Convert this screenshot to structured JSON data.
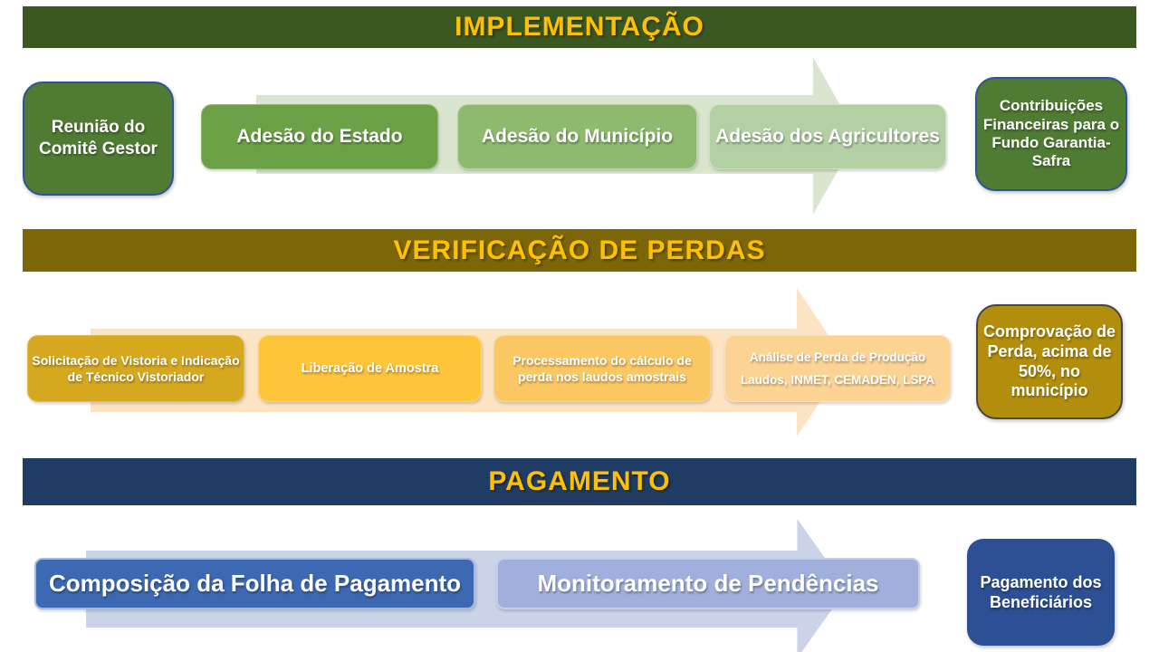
{
  "sections": [
    {
      "id": "implementacao",
      "title": "IMPLEMENTAÇÃO",
      "colors": {
        "bar_bg": "#3B5823",
        "title_text": "#FFC000",
        "arrow_bg": "#D9E5CE",
        "terminal_bg": "#4F7C32",
        "terminal_border": "#2F5496",
        "step_bgs": [
          "#6CA047",
          "#8DBA6E",
          "#B3D0A3"
        ]
      },
      "start_box": {
        "label": "Reunião do Comitê Gestor"
      },
      "steps": [
        {
          "label": "Adesão do Estado"
        },
        {
          "label": "Adesão do Município"
        },
        {
          "label": "Adesão dos Agricultores"
        }
      ],
      "end_box": {
        "label": "Contribuições Financeiras para o Fundo Garantia-Safra"
      }
    },
    {
      "id": "verificacao-de-perdas",
      "title": "VERIFICAÇÃO DE PERDAS",
      "colors": {
        "bar_bg": "#7C6608",
        "title_text": "#FFC000",
        "arrow_bg": "#FBE3C4",
        "terminal_bg": "#B28E0C",
        "terminal_border": "#43464B",
        "step_bgs": [
          "#D5A820",
          "#FEC43A",
          "#FAC762",
          "#FBD494"
        ]
      },
      "steps": [
        {
          "label": "Solicitação de Vistoria e Indicação de Técnico Vistoriador"
        },
        {
          "label": "Liberação de Amostra"
        },
        {
          "label": "Processamento do cálculo de perda nos laudos amostrais"
        },
        {
          "label": "Análise de Perda de Produção",
          "sublabel": "Laudos, INMET, CEMADEN, LSPA"
        }
      ],
      "end_box": {
        "label": "Comprovação de Perda, acima de 50%, no município"
      }
    },
    {
      "id": "pagamento",
      "title": "PAGAMENTO",
      "colors": {
        "bar_bg": "#213C64",
        "title_text": "#FFC000",
        "arrow_bg": "#CBD3E8",
        "terminal_bg": "#2D4F93",
        "step_bgs": [
          "#3D68B2",
          "#A0AFDB"
        ]
      },
      "steps": [
        {
          "label": "Composição da Folha de Pagamento"
        },
        {
          "label": "Monitoramento de Pendências"
        }
      ],
      "end_box": {
        "label": "Pagamento dos Beneficiários"
      }
    }
  ]
}
